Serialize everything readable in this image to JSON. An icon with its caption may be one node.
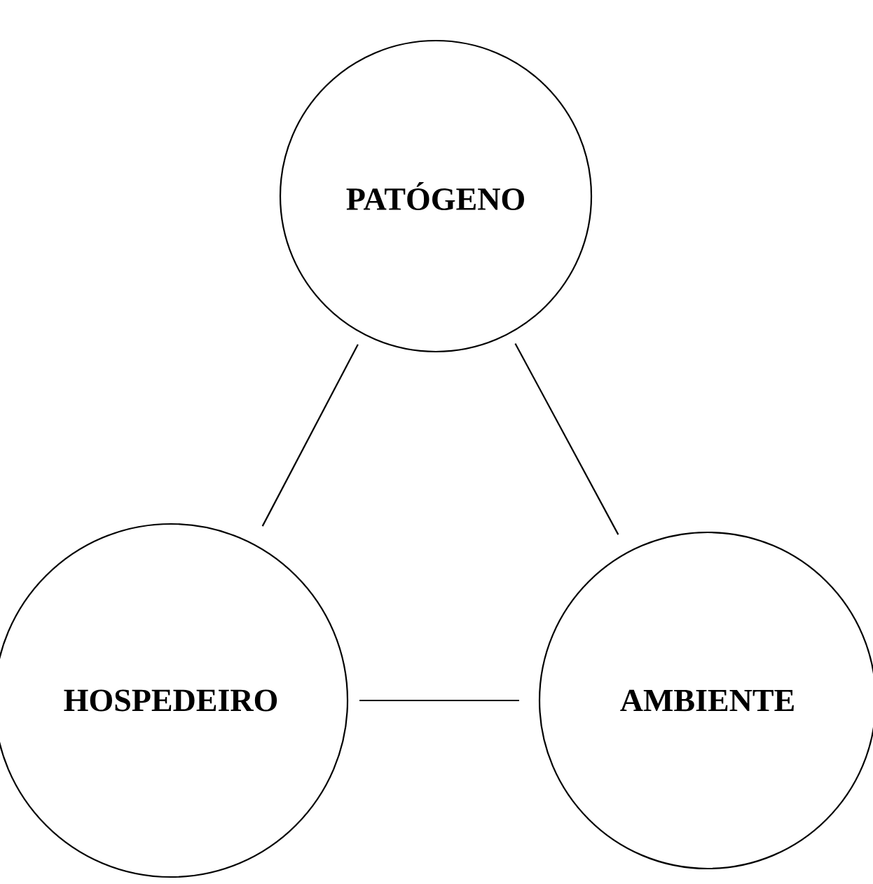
{
  "diagram": {
    "nodes": [
      {
        "text": [
          "PATÓGENO"
        ]
      },
      {
        "text": [
          "HOSPEDEIRO"
        ]
      },
      {
        "text": [
          "AMBIENTE"
        ]
      }
    ],
    "edges": [
      {
        "from": 0,
        "to": 1,
        "arrow": "none"
      },
      {
        "from": 0,
        "to": 2,
        "arrow": "none"
      },
      {
        "from": 1,
        "to": 2,
        "arrow": "none"
      }
    ]
  }
}
